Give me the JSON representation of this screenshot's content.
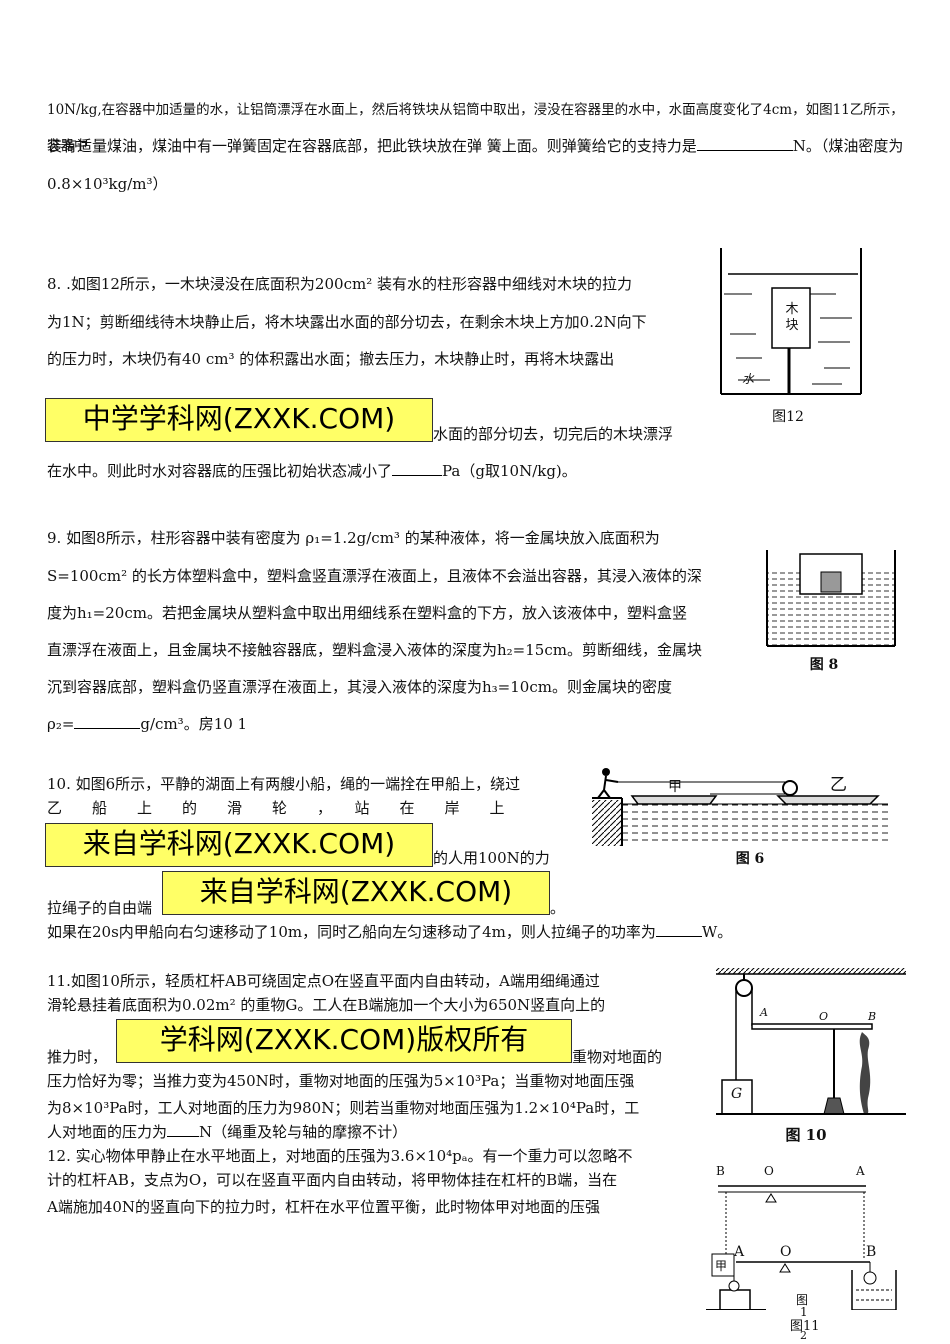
{
  "q7_cont": {
    "line1": "10N/kg,在容器中加适量的水，让铝筒漂浮在水面上，然后将铁块从铝筒中取出，浸没在容器里的水中，水面高度变化了4cm，如图11乙所示，容器中",
    "line2a": "装有适量煤油，煤油中有一弹簧固定在容器底部，把此铁块放在弹 簧上面。则弹簧给它的支持力是",
    "line2b": "N。（煤油密度为",
    "line3": "0.8×10³kg/m³）"
  },
  "q8": {
    "line1": "8.  .如图12所示，一木块浸没在底面积为200cm² 装有水的柱形容器中细线对木块的拉力",
    "line2": "为1N；剪断细线待木块静止后，将木块露出水面的部分切去，在剩余木块上方加0.2N向下",
    "line3": "的压力时，木块仍有40  cm³  的体积露出水面；撤去压力，木块静止时，再将木块露出",
    "line4_tail": "水面的部分切去，切完后的木块漂浮",
    "line5a": "在水中。则此时水对容器底的压强比初始状态减小了",
    "line5b": "Pa（g取10N/kg)。",
    "fig_label": "图12",
    "block_label": "木块",
    "water_label": "水"
  },
  "q9": {
    "line1": "9.  如图8所示，柱形容器中装有密度为 ρ₁=1.2g/cm³ 的某种液体，将一金属块放入底面积为",
    "line2": "S=100cm² 的长方体塑料盒中，塑料盒竖直漂浮在液面上，且液体不会溢出容器，其浸入液体的深",
    "line3": "度为h₁=20cm。若把金属块从塑料盒中取出用细线系在塑料盒的下方，放入该液体中，塑料盒竖",
    "line4": "直漂浮在液面上，且金属块不接触容器底，塑料盒浸入液体的深度为h₂=15cm。剪断细线，金属块",
    "line5": "沉到容器底部，塑料盒仍竖直漂浮在液面上，其浸入液体的深度为h₃=10cm。则金属块的密度",
    "line6a": "ρ₂=",
    "line6b": "g/cm³。房10    1",
    "fig_label": "图 8"
  },
  "q10": {
    "line1": "10.  如图6所示，平静的湖面上有两艘小船，绳的一端拴在甲船上，绕过",
    "line2": "乙　　船　　上　　的　　滑　　轮　　，　　站　　在　　岸　　上",
    "line3_tail": "的人用100N的力",
    "line4a": "拉绳子的自由端",
    "line4b": "。",
    "line5a": "如果在20s内甲船向右匀速移动了10m，同时乙船向左匀速移动了4m，则人拉绳子的功率为",
    "line5b": "W。",
    "fig_label": "图 6",
    "boat_a": "甲",
    "boat_b": "乙"
  },
  "q11": {
    "line1": "11.如图10所示，轻质杠杆AB可绕固定点O在竖直平面内自由转动，A端用细绳通过",
    "line2": "滑轮悬挂着底面积为0.02m² 的重物G。工人在B端施加一个大小为650N竖直向上的",
    "line3a": "推力时，",
    "line3b": "重物对地面的",
    "line4": "压力恰好为零；当推力变为450N时，重物对地面的压强为5×10³Pa；当重物对地面压强",
    "line5": "为8×10³Pa时，工人对地面的压力为980N；则若当重物对地面压强为1.2×10⁴Pa时，工",
    "line6a": "人对地面的压力为",
    "line6b": "N（绳重及轮与轴的摩擦不计）",
    "fig_label": "图 10",
    "labels": {
      "a": "A",
      "o": "O",
      "b": "B",
      "g": "G"
    }
  },
  "q12": {
    "line1": "12.  实心物体甲静止在水平地面上，对地面的压强为3.6×10⁴pₐ。有一个重力可以忽略不",
    "line2": "计的杠杆AB，支点为O，可以在竖直平面内自由转动，将甲物体挂在杠杆的B端，当在",
    "line3": "A端施加40N的竖直向下的拉力时，杠杆在水平位置平衡，此时物体甲对地面的压强",
    "fig_top": {
      "b": "B",
      "o": "O",
      "a": "A"
    },
    "fig_bottom": {
      "a": "A",
      "o": "O",
      "b": "B",
      "jia": "甲"
    },
    "fig_label_1": "图",
    "fig_label_2": "1",
    "fig_label_3": "2",
    "fig_label_4": "图11"
  },
  "watermarks": {
    "w1": "中学学科网(ZXXK.COM)",
    "w2": "来自学科网(ZXXK.COM)",
    "w3": "来自学科网(ZXXK.COM)",
    "w4": "学科网(ZXXK.COM)版权所有"
  }
}
